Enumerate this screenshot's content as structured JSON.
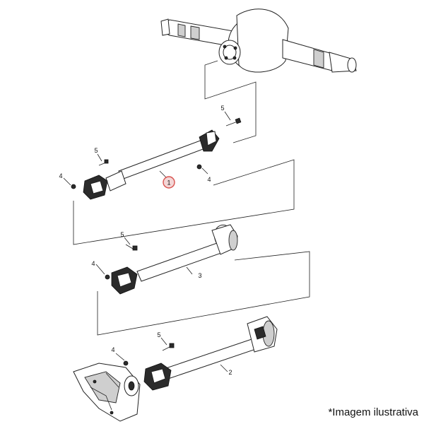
{
  "callouts": {
    "c1": "1",
    "c2": "2",
    "c3": "3",
    "c4a": "4",
    "c4b": "4",
    "c4c": "4",
    "c4d": "4",
    "c5a": "5",
    "c5b": "5",
    "c5c": "5",
    "c5d": "5"
  },
  "highlight_color": "#d9534f",
  "caption": "*Imagem ilustrativa"
}
